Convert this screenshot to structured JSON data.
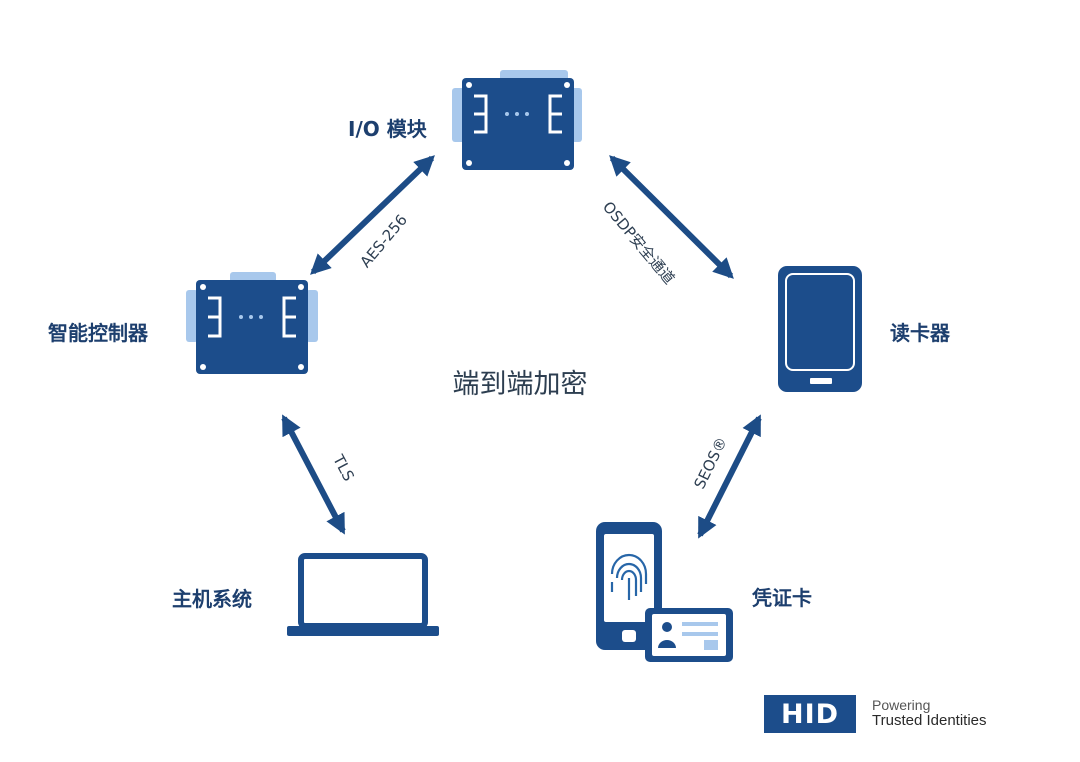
{
  "nodes": {
    "io_module": "I/O 模块",
    "smart_controller": "智能控制器",
    "card_reader": "读卡器",
    "host_system": "主机系统",
    "credential": "凭证卡"
  },
  "connections": {
    "controller_io": "AES-256",
    "io_reader": "OSDP安全通道",
    "controller_host": "TLS",
    "reader_credential": "SEOS®"
  },
  "center_title": "端到端加密",
  "branding": {
    "logo": "HID",
    "tagline_1": "Powering",
    "tagline_2": "Trusted Identities"
  },
  "colors": {
    "device_fill": "#1c4d8b",
    "device_accent": "#a8c8ec",
    "arrow": "#1d4c86",
    "label": "#1d3f6e"
  }
}
